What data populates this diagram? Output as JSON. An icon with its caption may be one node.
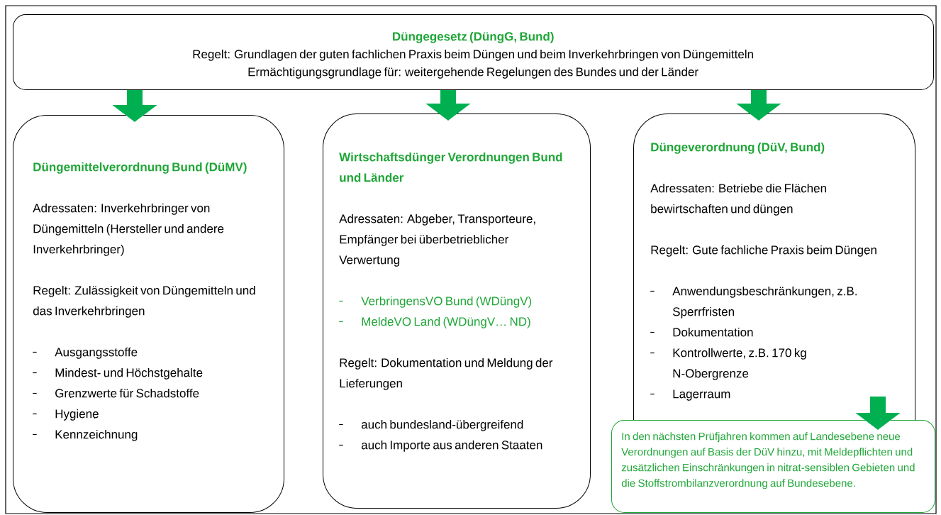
{
  "diagram": {
    "nodes": [
      {
        "text": [
          "Düngegesetz (DüngG, Bund)",
          "Regelt: Grundlagen der guten fachlichen Praxis beim Düngen und beim Inverkehrbringen von Düngemitteln",
          "Ermächtigungsgrundlage für: weitergehende Regelungen des Bundes und der Länder"
        ]
      },
      {
        "text": [
          "Düngemittelverordnung Bund (DüMV)",
          "Adressaten: Inverkehrbringer von Düngemitteln (Hersteller und andere Inverkehrbringer)",
          "Regelt: Zulässigkeit von Düngemitteln und das Inverkehrbringen",
          "Ausgangsstoffe",
          "Mindest- und Höchstgehalte",
          "Grenzwerte für Schadstoffe",
          "Hygiene",
          "Kennzeichnung"
        ]
      },
      {
        "text": [
          "Wirtschaftsdünger Verordnungen Bund und Länder",
          "Adressaten: Abgeber, Transporteure, Empfänger bei überbetrieblicher Verwertung",
          "VerbringensVO Bund (WDüngV)",
          "MeldeVO Land (WDüngV… ND)",
          "Regelt: Dokumentation und Meldung der Lieferungen",
          "auch bundesland-übergreifend",
          "auch Importe aus anderen Staaten"
        ]
      },
      {
        "text": [
          "Düngeverordnung (DüV, Bund)",
          "Adressaten: Betriebe die Flächen bewirtschaften und düngen",
          "Regelt: Gute fachliche Praxis beim Düngen",
          "Anwendungsbeschränkungen, z.B. Sperrfristen",
          "Dokumentation",
          "Kontrollwerte, z.B. 170 kg N-Obergrenze",
          "Lagerraum"
        ]
      },
      {
        "text": [
          "In den nächsten Prüfjahren kommen auf Landesebene neue Verordnungen auf Basis der DüV hinzu, mit Meldepflichten und zusätzlichen Einschränkungen in nitrat-sensiblen Gebieten und die Stoffstrombilanzverordnung auf Bundesebene."
        ]
      }
    ],
    "edges": [
      {
        "from": 0,
        "to": 1,
        "arrow": "to"
      },
      {
        "from": 0,
        "to": 2,
        "arrow": "to"
      },
      {
        "from": 0,
        "to": 3,
        "arrow": "to"
      },
      {
        "from": 3,
        "to": 4,
        "arrow": "to"
      }
    ]
  }
}
